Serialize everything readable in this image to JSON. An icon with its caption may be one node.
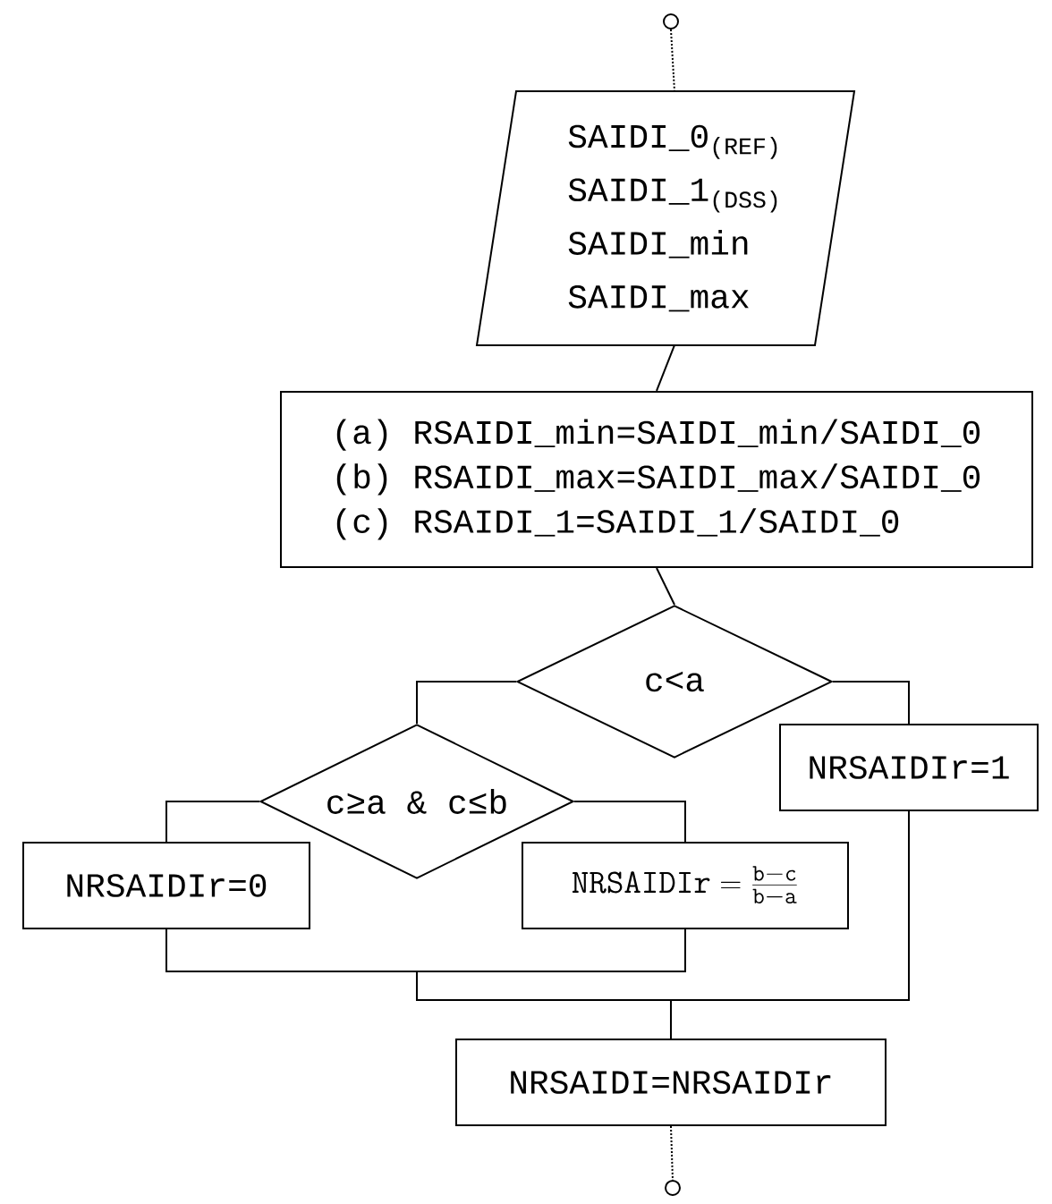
{
  "diagram": {
    "nodes": [
      {
        "text": [],
        "shape": "circle"
      },
      {
        "text": [
          "SAIDI_0$_{(REF)}$",
          "SAIDI_1$_{(DSS)}$",
          "SAIDI_min",
          "SAIDI_max"
        ]
      },
      {
        "text": [
          "(a) RSAIDI_min=SAIDI_min/SAIDI_0",
          "(b) RSAIDI_max=SAIDI_max/SAIDI_0",
          "(c) RSAIDI_1=SAIDI_1/SAIDI_0"
        ]
      },
      {
        "text": [
          "c<a"
        ]
      },
      {
        "text": [
          "c≥a & c≤b"
        ]
      },
      {
        "text": [
          "NRSAIDIr=0"
        ]
      },
      {
        "text": [
          "\\mathtt{NRSAIDIr}=\\frac{\\mathtt{b-c}}{\\mathtt{b-a}}"
        ]
      },
      {
        "text": [
          "NRSAIDIr=1"
        ]
      },
      {
        "text": [
          "NRSAIDI=NRSAIDIr"
        ]
      },
      {
        "text": [],
        "shape": "circle"
      }
    ],
    "edges": [
      {
        "from": 0,
        "to": 1,
        "arrow": "none",
        "style": "dashed"
      },
      {
        "from": 1,
        "to": 2,
        "arrow": "none"
      },
      {
        "from": 2,
        "to": 3,
        "arrow": "none"
      },
      {
        "from": 3,
        "to": 4,
        "arrow": "none"
      },
      {
        "from": 3,
        "to": 7,
        "arrow": "none"
      },
      {
        "from": 4,
        "to": 5,
        "arrow": "none"
      },
      {
        "from": 4,
        "to": 6,
        "arrow": "none"
      },
      {
        "from": 5,
        "to": 8,
        "arrow": "none"
      },
      {
        "from": 6,
        "to": 8,
        "arrow": "none"
      },
      {
        "from": 7,
        "to": 8,
        "arrow": "none"
      },
      {
        "from": 8,
        "to": 9,
        "arrow": "none",
        "style": "dashed"
      }
    ]
  }
}
